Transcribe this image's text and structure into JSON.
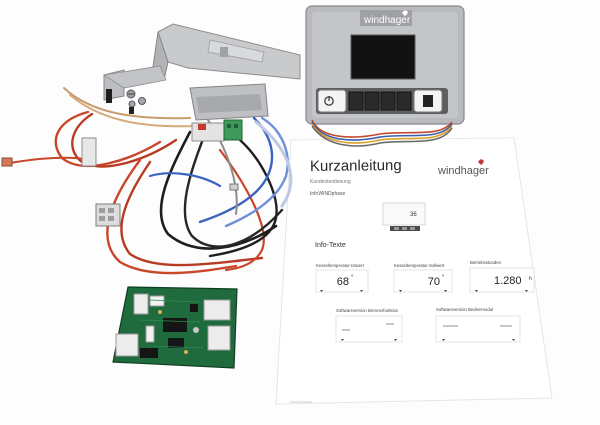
{
  "controller": {
    "brand": "windhager"
  },
  "manual": {
    "title": "Kurzanleitung",
    "subtitle": "Kundenbedienung",
    "brand": "windhager",
    "section_label": "InfoWINDphase",
    "screen_value": "36",
    "info_heading": "Info-Texte",
    "tiles": [
      {
        "label": "Kesseltemperatur-Istwert",
        "value": "68",
        "unit": "°"
      },
      {
        "label": "Kesseltemperatur-Sollwert",
        "value": "70",
        "unit": "°"
      },
      {
        "label": "Betriebsstunden",
        "value": "1.280",
        "unit": "h"
      }
    ],
    "tiles_lower": [
      {
        "label": "Softwareversion Brennerfunktion"
      },
      {
        "label": "Softwareversion Bedienmodul"
      }
    ]
  }
}
